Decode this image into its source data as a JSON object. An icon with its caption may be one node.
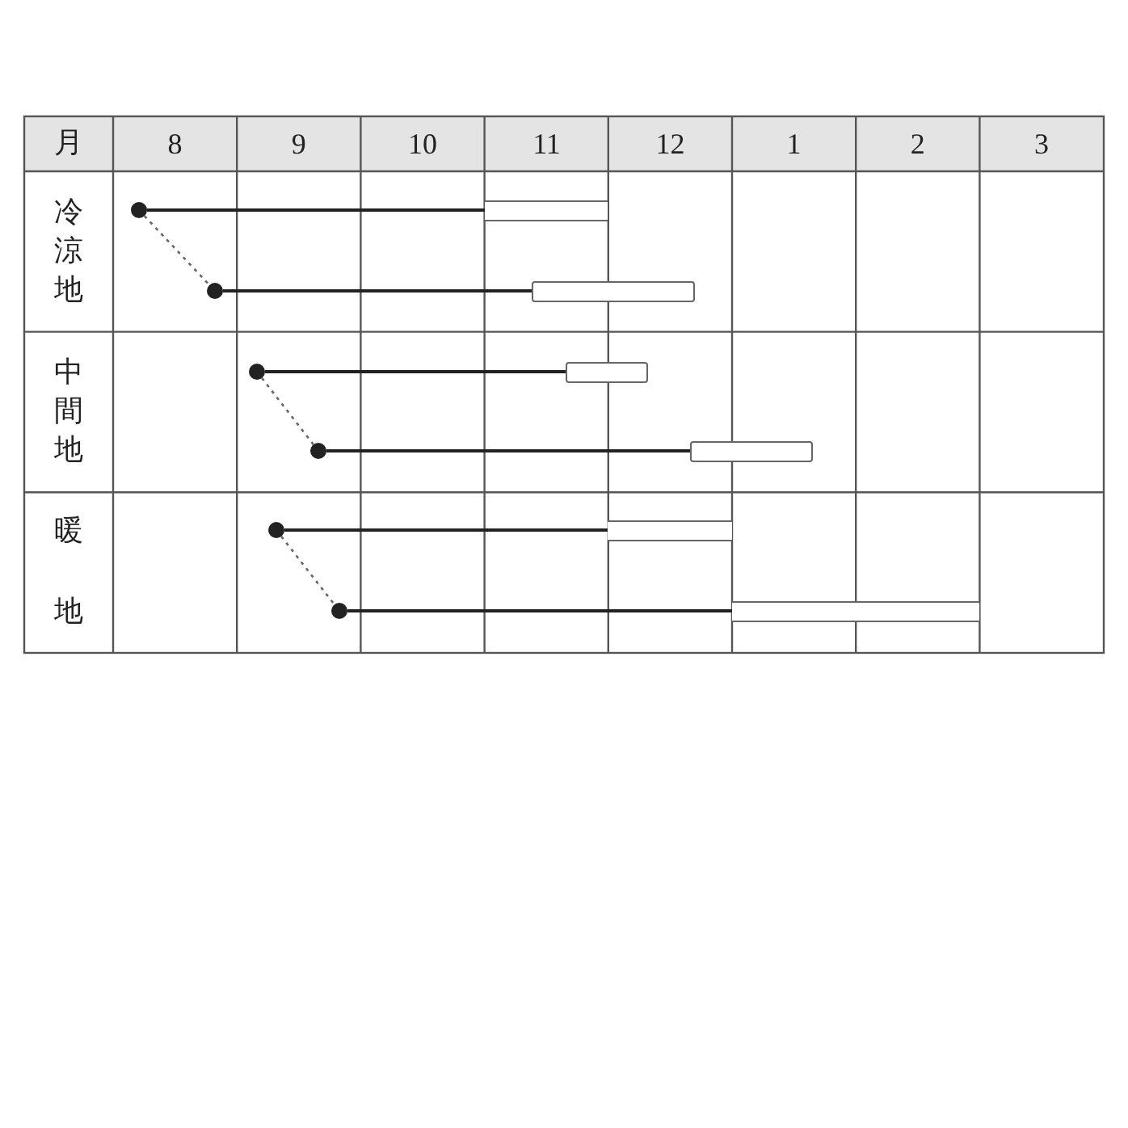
{
  "diagram": {
    "nodes": [
      {
        "text": [],
        "shape": "circle"
      },
      {
        "text": [],
        "shape": "bar"
      },
      {
        "text": [],
        "shape": "circle"
      },
      {
        "text": [],
        "shape": "bar"
      },
      {
        "text": [],
        "shape": "circle"
      },
      {
        "text": [],
        "shape": "bar"
      },
      {
        "text": [],
        "shape": "circle"
      },
      {
        "text": [],
        "shape": "bar"
      },
      {
        "text": [],
        "shape": "circle"
      },
      {
        "text": [],
        "shape": "bar"
      },
      {
        "text": [],
        "shape": "circle"
      },
      {
        "text": [],
        "shape": "bar"
      }
    ],
    "edges": [
      {
        "from": 0,
        "to": 1,
        "arrow": "none"
      },
      {
        "from": 0,
        "to": 2,
        "arrow": "none",
        "style": "dashed"
      },
      {
        "from": 2,
        "to": 3,
        "arrow": "none"
      },
      {
        "from": 4,
        "to": 5,
        "arrow": "none"
      },
      {
        "from": 4,
        "to": 6,
        "arrow": "none",
        "style": "dashed"
      },
      {
        "from": 6,
        "to": 7,
        "arrow": "none"
      },
      {
        "from": 8,
        "to": 9,
        "arrow": "none"
      },
      {
        "from": 8,
        "to": 10,
        "arrow": "none",
        "style": "dashed"
      },
      {
        "from": 10,
        "to": 11,
        "arrow": "none"
      }
    ],
    "labels": [
      "月",
      "8",
      "9",
      "10",
      "11",
      "12",
      "1",
      "2",
      "3",
      "冷涼地",
      "中間地",
      "暖地"
    ]
  }
}
